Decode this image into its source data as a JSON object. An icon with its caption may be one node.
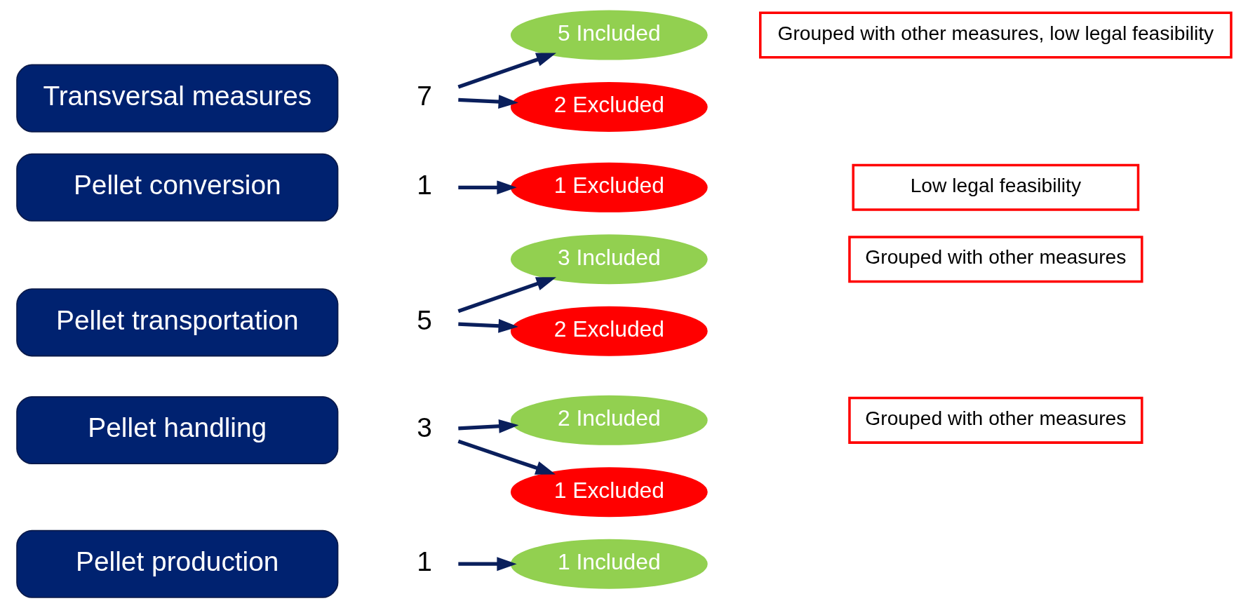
{
  "diagram": {
    "nodes": [
      {
        "text": [
          "Pellet production"
        ]
      },
      {
        "text": [
          "1"
        ]
      },
      {
        "text": [
          "1 Included"
        ]
      },
      {
        "text": [
          "Pellet handling"
        ]
      },
      {
        "text": [
          "3"
        ]
      },
      {
        "text": [
          "2 Included"
        ]
      },
      {
        "text": [
          "1 Excluded"
        ]
      },
      {
        "text": [
          "Grouped with other measures"
        ]
      },
      {
        "text": [
          "Pellet transportation"
        ]
      },
      {
        "text": [
          "5"
        ]
      },
      {
        "text": [
          "3 Included"
        ]
      },
      {
        "text": [
          "2 Excluded"
        ]
      },
      {
        "text": [
          "Grouped with other measures"
        ]
      },
      {
        "text": [
          "Pellet conversion"
        ]
      },
      {
        "text": [
          "1"
        ]
      },
      {
        "text": [
          "1 Excluded"
        ]
      },
      {
        "text": [
          "Low legal feasibility"
        ]
      },
      {
        "text": [
          "Transversal measures"
        ]
      },
      {
        "text": [
          "7"
        ]
      },
      {
        "text": [
          "5 Included"
        ]
      },
      {
        "text": [
          "2 Excluded"
        ]
      },
      {
        "text": [
          "Grouped with other measures, low legal feasibility"
        ]
      }
    ],
    "edges": [
      {
        "from": 1,
        "to": 2,
        "arrow": "to"
      },
      {
        "from": 4,
        "to": 5,
        "arrow": "to"
      },
      {
        "from": 4,
        "to": 6,
        "arrow": "to"
      },
      {
        "from": 9,
        "to": 10,
        "arrow": "to"
      },
      {
        "from": 9,
        "to": 11,
        "arrow": "to"
      },
      {
        "from": 14,
        "to": 15,
        "arrow": "to"
      },
      {
        "from": 18,
        "to": 19,
        "arrow": "to"
      },
      {
        "from": 18,
        "to": 20,
        "arrow": "to"
      }
    ]
  }
}
